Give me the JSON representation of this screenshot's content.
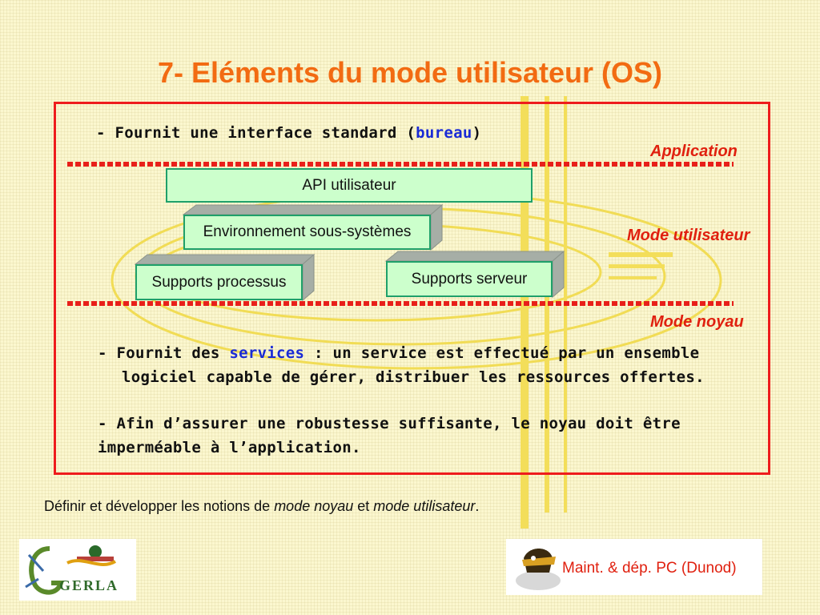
{
  "slide": {
    "title": "7- Eléments du mode utilisateur (OS)",
    "intro_prefix": "- Fournit une interface standard (",
    "intro_highlight": "bureau",
    "intro_suffix": ")",
    "layers": {
      "application": "Application",
      "user_mode": "Mode utilisateur",
      "kernel_mode": "Mode noyau"
    },
    "boxes": {
      "api": "API   utilisateur",
      "environment": "Environnement sous-systèmes",
      "process": "Supports processus",
      "server": "Supports serveur"
    },
    "point1_prefix": "- Fournit des ",
    "point1_highlight": "services",
    "point1_suffix": " : un service est effectué par un ensemble",
    "point1_line2": "logiciel capable de gérer, distribuer les ressources offertes.",
    "point2_line1": "- Afin d’assurer une robustesse suffisante, le noyau doit être",
    "point2_line2": "imperméable à l’application.",
    "footer_prefix": "Définir et développer les notions de ",
    "footer_em1": "mode noyau",
    "footer_mid": " et ",
    "footer_em2": "mode utilisateur",
    "footer_suffix": ".",
    "credit": "Maint. & dép. PC (Dunod)",
    "logo_text": "GERLA"
  },
  "colors": {
    "title": "#f26b12",
    "frame": "#ee1c1c",
    "highlight": "#1a2bd6",
    "box_fill": "#ccffcc",
    "box_border": "#1fa06a"
  }
}
